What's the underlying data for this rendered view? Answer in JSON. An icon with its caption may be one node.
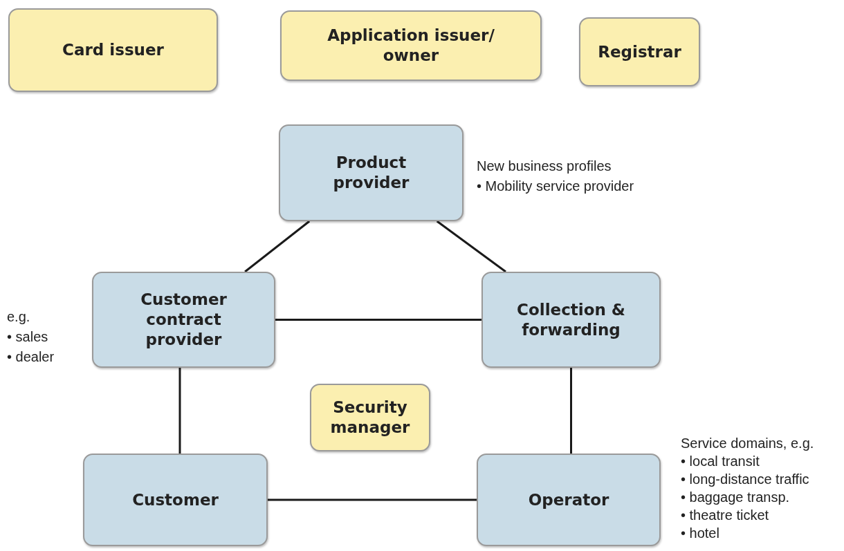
{
  "diagram": {
    "nodes": [
      {
        "text": [
          "Card issuer"
        ]
      },
      {
        "text": [
          "Application issuer/ owner"
        ]
      },
      {
        "text": [
          "Registrar"
        ]
      },
      {
        "text": [
          "Product provider"
        ],
        "beside": [
          "New business profiles",
          "• Mobility service provider"
        ]
      },
      {
        "text": [
          "Customer contract provider"
        ],
        "beside": [
          "e.g.",
          "• sales",
          "• dealer"
        ]
      },
      {
        "text": [
          "Collection & forwarding"
        ]
      },
      {
        "text": [
          "Security manager"
        ]
      },
      {
        "text": [
          "Customer"
        ]
      },
      {
        "text": [
          "Operator"
        ],
        "beside": [
          "Service domains, e.g.",
          "• local transit",
          "• long-distance traffic",
          "• baggage transp.",
          "• theatre ticket",
          "• hotel"
        ]
      }
    ],
    "edges": [
      {
        "from": 3,
        "to": 4,
        "arrow": "none"
      },
      {
        "from": 3,
        "to": 5,
        "arrow": "none"
      },
      {
        "from": 4,
        "to": 5,
        "arrow": "none"
      },
      {
        "from": 4,
        "to": 7,
        "arrow": "none"
      },
      {
        "from": 5,
        "to": 8,
        "arrow": "none"
      },
      {
        "from": 7,
        "to": 8,
        "arrow": "none"
      }
    ]
  }
}
